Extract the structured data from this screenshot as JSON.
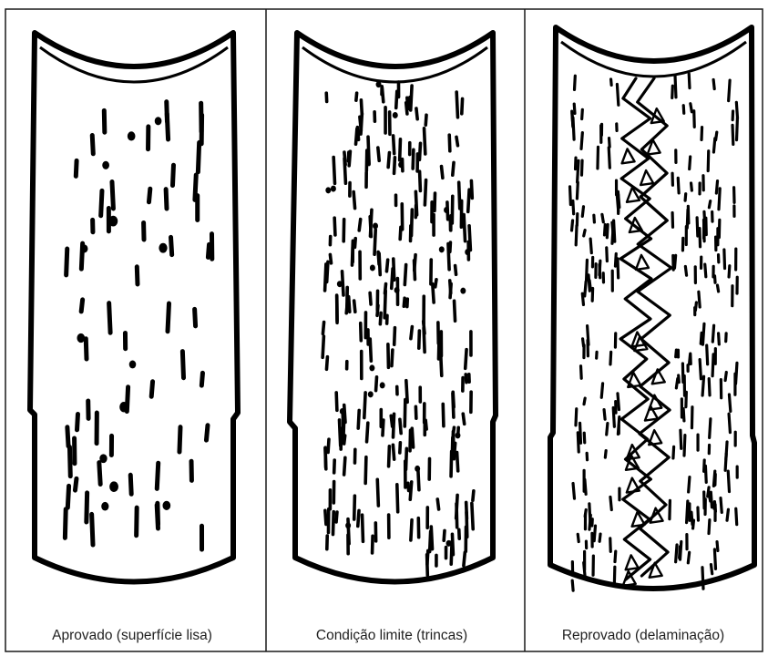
{
  "panels": [
    {
      "id": "aprovado",
      "caption": "Aprovado (superfície lisa)",
      "condition": "few-marks"
    },
    {
      "id": "limite",
      "caption": "Condição limite (trincas)",
      "condition": "dense-marks"
    },
    {
      "id": "reprovado",
      "caption": "Reprovado (delaminação)",
      "condition": "zigzag-delamination"
    }
  ],
  "colors": {
    "ink": "#000000",
    "frame": "#1a1a1a",
    "background": "#ffffff"
  }
}
